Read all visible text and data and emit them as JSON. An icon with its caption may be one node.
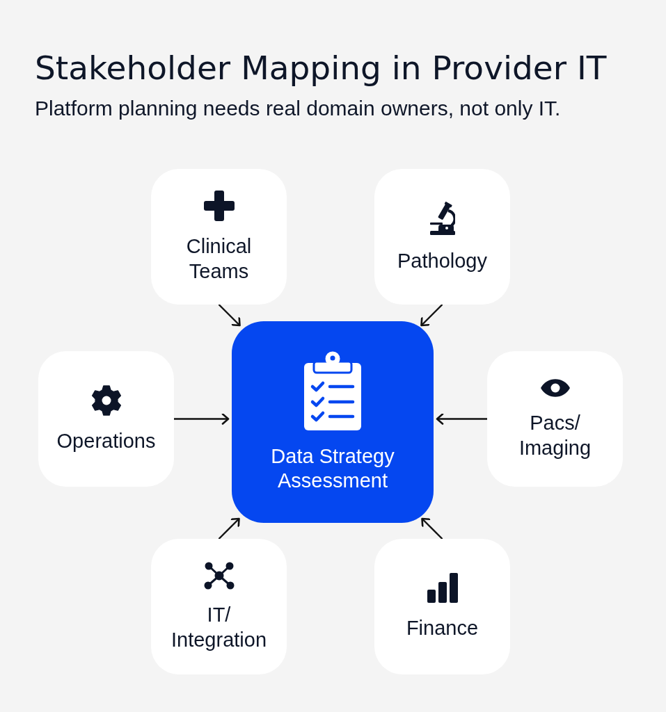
{
  "diagram": {
    "title": "Stakeholder Mapping in Provider IT",
    "nodes": [
      {
        "text": [
          "Clinical Teams"
        ]
      },
      {
        "text": [
          "Pathology"
        ]
      },
      {
        "text": [
          "Operations"
        ]
      },
      {
        "text": [
          "Data Strategy Assessment"
        ]
      },
      {
        "text": [
          "Pacs/ Imaging"
        ]
      },
      {
        "text": [
          "IT/ Integration"
        ]
      },
      {
        "text": [
          "Finance"
        ]
      }
    ],
    "edges": [
      {
        "from": 0,
        "to": 3,
        "arrow": "to"
      },
      {
        "from": 1,
        "to": 3,
        "arrow": "to"
      },
      {
        "from": 2,
        "to": 3,
        "arrow": "to"
      },
      {
        "from": 4,
        "to": 3,
        "arrow": "to"
      },
      {
        "from": 5,
        "to": 3,
        "arrow": "to"
      },
      {
        "from": 6,
        "to": 3,
        "arrow": "to"
      }
    ],
    "labels": [
      "Platform planning needs real domain owners, not only IT."
    ]
  }
}
